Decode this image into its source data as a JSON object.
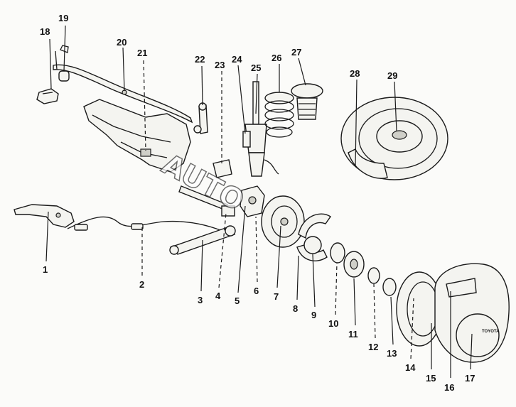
{
  "callouts": {
    "n1": "1",
    "n2": "2",
    "n3": "3",
    "n4": "4",
    "n5": "5",
    "n6": "6",
    "n7": "7",
    "n8": "8",
    "n9": "9",
    "n10": "10",
    "n11": "11",
    "n12": "12",
    "n13": "13",
    "n14": "14",
    "n15": "15",
    "n16": "16",
    "n17": "17",
    "n18": "18",
    "n19": "19",
    "n20": "20",
    "n21": "21",
    "n22": "22",
    "n23": "23",
    "n24": "24",
    "n25": "25",
    "n26": "26",
    "n27": "27",
    "n28": "28",
    "n29": "29"
  },
  "wheel_cap_logo": "TOYOTA",
  "watermark": "AUTO"
}
